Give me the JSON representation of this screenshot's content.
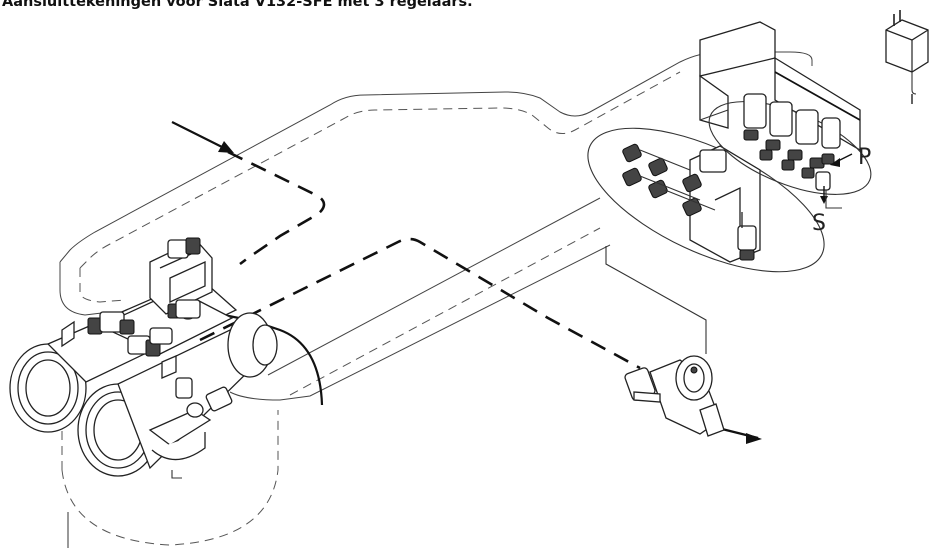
{
  "title": "Aansluittekeningen voor Siata V132-SFE met 3 regelaars.",
  "labels": {
    "pressure": "P",
    "supply": "S"
  },
  "icons": [
    "flow-direction-arrow-icon",
    "power-adapter-icon"
  ]
}
